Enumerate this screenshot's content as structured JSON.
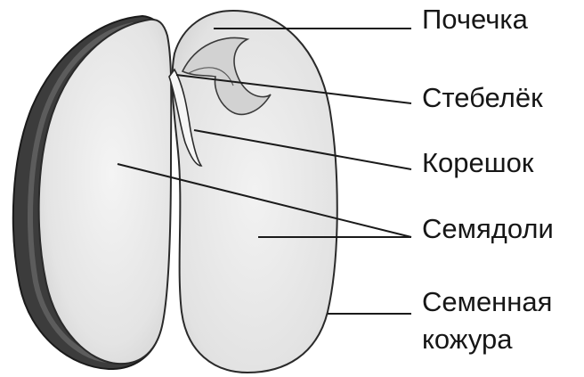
{
  "labels": {
    "bud": "Почечка",
    "stem": "Стебелёк",
    "root": "Корешок",
    "cotyledons": "Семядоли",
    "seed_coat_line1": "Семенная",
    "seed_coat_line2": "кожура"
  },
  "colors": {
    "background": "#ffffff",
    "line": "#1a1a1a",
    "text": "#161616",
    "cotyledon_fill": "#e9e9e9",
    "seed_coat_dark": "#3a3a3a"
  }
}
